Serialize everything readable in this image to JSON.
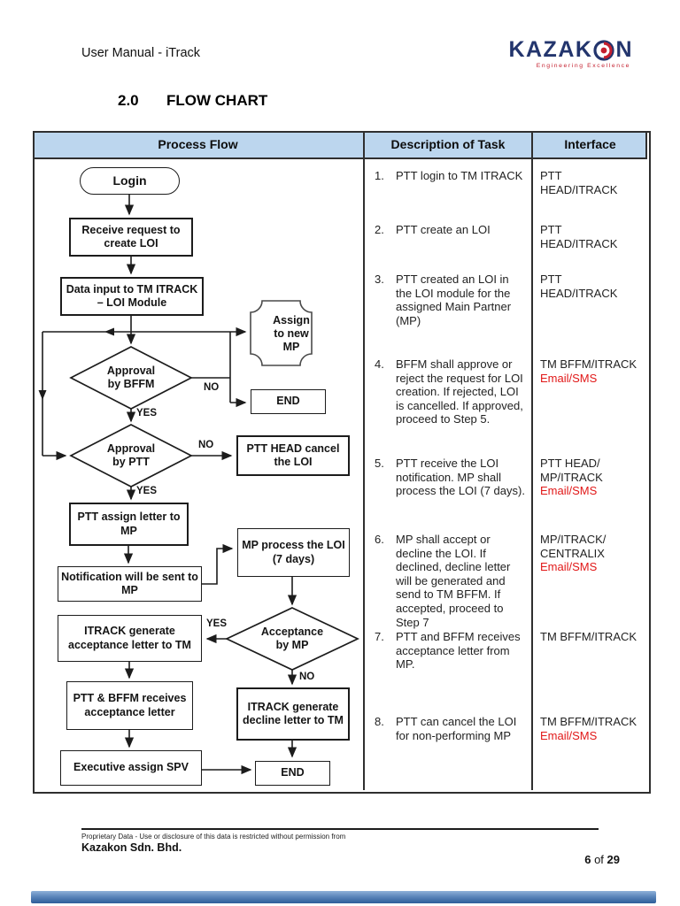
{
  "page": {
    "doc_title": "User Manual - iTrack",
    "section_number": "2.0",
    "section_title": "FLOW CHART",
    "page_number": "6",
    "page_of": " of ",
    "page_total": "29"
  },
  "logo": {
    "name_pre": "KAZAK",
    "name_post": "N",
    "tagline": "Engineering Excellence",
    "navy": "#23356d",
    "red": "#c41f2e"
  },
  "table": {
    "col1": "Process Flow",
    "col2": "Description of Task",
    "col3": "Interface",
    "header_bg": "#bcd6ee"
  },
  "flowchart": {
    "yes": "YES",
    "no": "NO",
    "login": "Login",
    "receive": "Receive request to create LOI",
    "data_input": "Data input to TM ITRACK – LOI Module",
    "assign": "Assign to new MP",
    "approval_bffm": "Approval by BFFM",
    "end1": "END",
    "approval_ptt": "Approval by PTT",
    "ptt_cancel": "PTT HEAD cancel the LOI",
    "ptt_assign": "PTT assign letter to MP",
    "notification": "Notification will be sent to MP",
    "mp_process": "MP process the LOI (7 days)",
    "acceptance": "Acceptance by MP",
    "itrack_accept": "ITRACK generate acceptance letter to TM",
    "ptt_bffm_receive": "PTT & BFFM receives acceptance letter",
    "itrack_decline": "ITRACK generate decline letter to TM",
    "executive": "Executive assign SPV",
    "end2": "END"
  },
  "tasks": [
    {
      "num": "1.",
      "text": "PTT login to TM ITRACK",
      "interface1": "PTT",
      "interface2": "HEAD/ITRACK",
      "channel": ""
    },
    {
      "num": "2.",
      "text": "PTT create an LOI",
      "interface1": "PTT",
      "interface2": "HEAD/ITRACK",
      "channel": ""
    },
    {
      "num": "3.",
      "text": "PTT created an LOI in the LOI module for the assigned Main Partner (MP)",
      "interface1": "PTT",
      "interface2": "HEAD/ITRACK",
      "channel": ""
    },
    {
      "num": "4.",
      "text": "BFFM shall approve or reject the request for LOI creation. If rejected, LOI is cancelled. If approved, proceed to Step 5.",
      "interface1": "TM BFFM/ITRACK",
      "interface2": "",
      "channel": "Email/SMS"
    },
    {
      "num": "5.",
      "text": "PTT receive the LOI notification. MP shall process the LOI (7 days).",
      "interface1": "PTT HEAD/",
      "interface2": "MP/ITRACK",
      "channel": "Email/SMS"
    },
    {
      "num": "6.",
      "text": "MP shall accept or decline the LOI. If declined, decline letter will be generated and send to TM BFFM. If accepted, proceed to Step 7",
      "interface1": "MP/ITRACK/",
      "interface2": "CENTRALIX",
      "channel": "Email/SMS"
    },
    {
      "num": "7.",
      "text": "PTT and BFFM receives acceptance letter from MP.",
      "interface1": "TM BFFM/ITRACK",
      "interface2": "",
      "channel": ""
    },
    {
      "num": "8.",
      "text": "PTT can cancel the LOI for non-performing MP",
      "interface1": "TM BFFM/ITRACK",
      "interface2": "",
      "channel": "Email/SMS"
    }
  ],
  "footer": {
    "notice": "Proprietary Data - Use or disclosure of this data is restricted without permission from",
    "company": "Kazakon Sdn. Bhd."
  }
}
